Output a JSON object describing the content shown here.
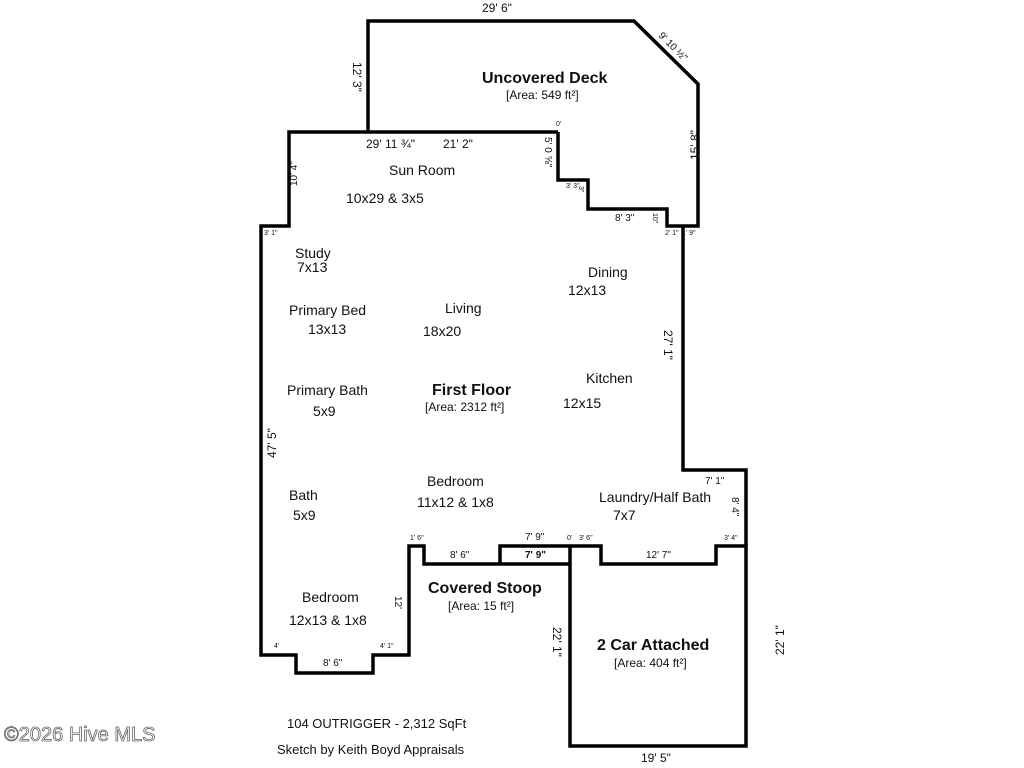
{
  "areas": {
    "deck": {
      "name": "Uncovered Deck",
      "area": "[Area: 549 ft²]"
    },
    "first_floor": {
      "name": "First Floor",
      "area": "[Area: 2312 ft²]"
    },
    "stoop": {
      "name": "Covered Stoop",
      "area": "[Area: 15 ft²]"
    },
    "garage": {
      "name": "2 Car Attached",
      "area": "[Area: 404 ft²]"
    }
  },
  "rooms": [
    {
      "name": "Sun Room",
      "size": "10x29 & 3x5"
    },
    {
      "name": "Study",
      "size": "7x13"
    },
    {
      "name": "Primary Bed",
      "size": "13x13"
    },
    {
      "name": "Living",
      "size": "18x20"
    },
    {
      "name": "Dining",
      "size": "12x13"
    },
    {
      "name": "Kitchen",
      "size": "12x15"
    },
    {
      "name": "Primary Bath",
      "size": "5x9"
    },
    {
      "name": "Bath",
      "size": "5x9"
    },
    {
      "name": "Bedroom",
      "size": "11x12 & 1x8"
    },
    {
      "name": "Laundry/Half Bath",
      "size": "7x7"
    },
    {
      "name": "Bedroom",
      "size": "12x13 & 1x8"
    }
  ],
  "dims": [
    "29' 6\"",
    "9' 10 ½\"",
    "12' 3\"",
    "15' 8\"",
    "29' 11 ¾\"",
    "21' 2\"",
    "5' 0 ⅝\"",
    "0'",
    "3' 3\"",
    "3\"",
    "8' 3\"",
    "10\"",
    "2' 1\"",
    "1' 9\"",
    "10' 4\"",
    "3' 1\"",
    "27' 1\"",
    "47' 5\"",
    "7' 1\"",
    "8' 4\"",
    "1' 6\"",
    "8' 6\"",
    "7' 9\"",
    "7' 9\"",
    "0'",
    "3' 6\"",
    "12' 7\"",
    "3' 4\"",
    "12'",
    "4'",
    "4' 1\"",
    "8' 6\"",
    "22' 1\"",
    "22' 1\"",
    "19' 5\""
  ],
  "footer": {
    "title": "104 OUTRIGGER - 2,312 SqFt",
    "credit": "Sketch by Keith Boyd Appraisals"
  },
  "watermark": "©2026 Hive MLS"
}
